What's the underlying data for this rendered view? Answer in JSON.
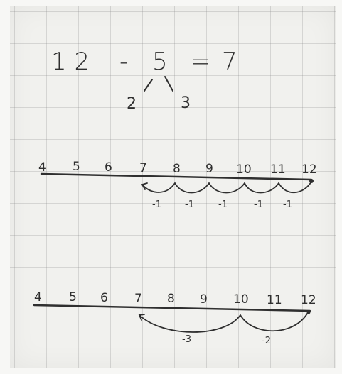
{
  "equation": {
    "first": "1 2",
    "minus": "-",
    "second": "5",
    "equals": "=",
    "result": "7",
    "split_left": "2",
    "split_right": "3"
  },
  "line1": {
    "ticks": [
      "4",
      "5",
      "6",
      "7",
      "8",
      "9",
      "10",
      "11",
      "12"
    ],
    "jump_labels": [
      "-1",
      "-1",
      "-1",
      "-1",
      "-1"
    ]
  },
  "line2": {
    "ticks": [
      "4",
      "5",
      "6",
      "7",
      "8",
      "9",
      "10",
      "11",
      "12"
    ],
    "jump_labels": [
      "-3",
      "-2"
    ]
  },
  "colors": {
    "ink": "#2f2f2f",
    "grid": "#c8c8c8",
    "paper": "#f1f1ee"
  }
}
